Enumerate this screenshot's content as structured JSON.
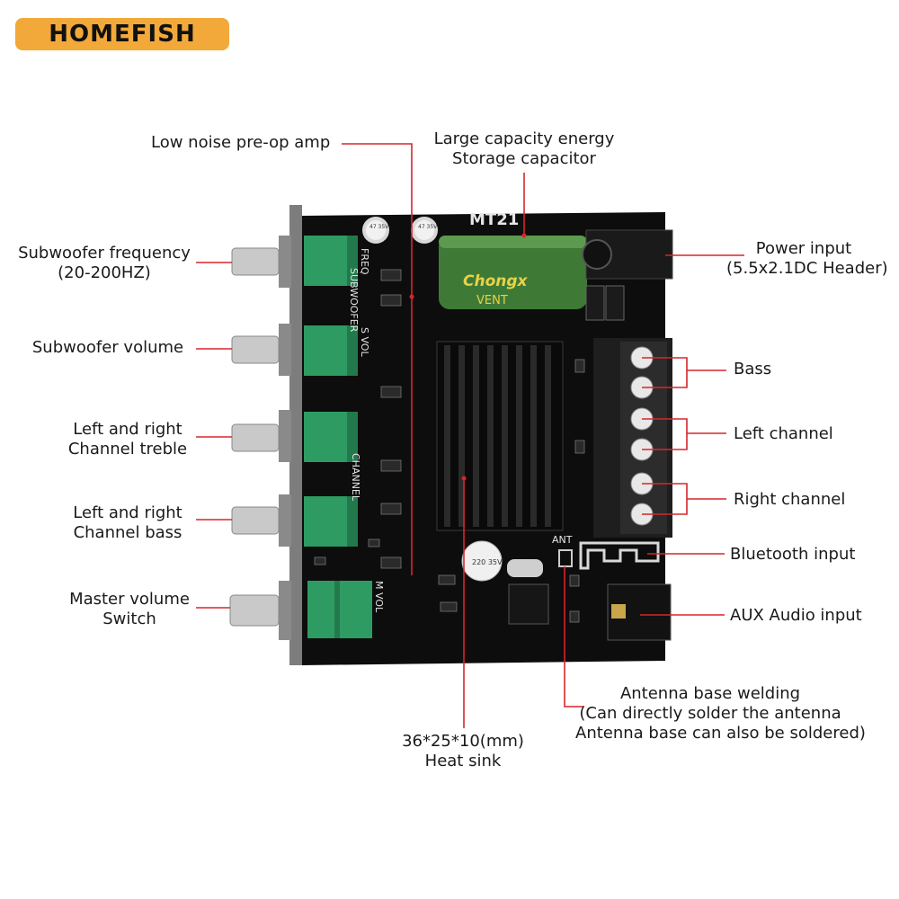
{
  "brand": {
    "logo_text": "HOMEFISH",
    "color": "#f2a93a"
  },
  "board": {
    "model": "MT21",
    "capacitor_brand": "Chongx",
    "capacitor_series": "VENT",
    "small_cap_text": "47 35V",
    "cap2_text": "220 35V",
    "ant_label": "ANT"
  },
  "silkscreen": {
    "freq": "FREQ",
    "subwoofer": "SUBWOOFER",
    "s_vol": "S VOL",
    "channel": "CHANNEL",
    "m_vol": "M VOL"
  },
  "labels": {
    "preop": "Low noise pre-op amp",
    "capacitor_l1": "Large capacity energy",
    "capacitor_l2": "Storage capacitor",
    "sub_freq_l1": "Subwoofer frequency",
    "sub_freq_l2": "(20-200HZ)",
    "sub_vol": "Subwoofer volume",
    "treble_l1": "Left and right",
    "treble_l2": "Channel treble",
    "bass_l1": "Left and right",
    "bass_l2": "Channel bass",
    "master_l1": "Master volume",
    "master_l2": "Switch",
    "power_l1": "Power input",
    "power_l2": "(5.5x2.1DC Header)",
    "bass_out": "Bass",
    "left_ch": "Left channel",
    "right_ch": "Right channel",
    "bt": "Bluetooth input",
    "aux": "AUX Audio input",
    "ant_l1": "Antenna base welding",
    "ant_l2": "(Can directly solder the antenna",
    "ant_l3": "Antenna base can also be soldered)",
    "heatsink_l1": "36*25*10(mm)",
    "heatsink_l2": "Heat sink"
  },
  "colors": {
    "leader": "#d6262b",
    "pcb": "#0d0d0d",
    "pot": "#2e9b63",
    "capacitor": "#3e7a36",
    "terminal": "#1e1e1e"
  }
}
